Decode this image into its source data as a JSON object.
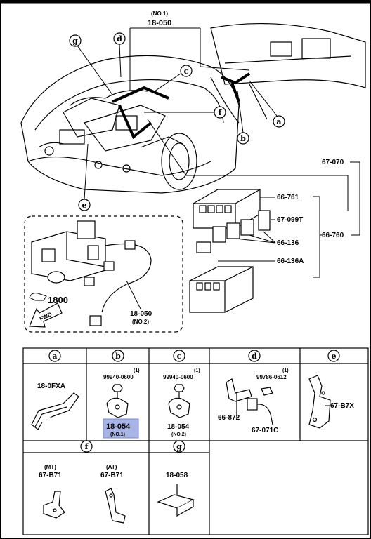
{
  "top_callouts": {
    "no1_note": "(NO.1)",
    "harness_main": "18-050",
    "harness_sub": "18-050",
    "no2_note": "(NO.2)",
    "torque": "1800",
    "fwd": "FWD",
    "fusebox_assy": "67-070",
    "fusebox_group": "66-760",
    "cover": "66-761",
    "relay_099t": "67-099T",
    "relay_136": "66-136",
    "relay_136a": "66-136A"
  },
  "letters": {
    "a": "a",
    "b": "b",
    "c": "c",
    "d": "d",
    "e": "e",
    "f": "f",
    "g": "g"
  },
  "cells": {
    "a": {
      "part": "18-0FXA"
    },
    "b": {
      "bolt_qty": "(1)",
      "bolt": "99940-0600",
      "part": "18-054",
      "note": "(NO.1)"
    },
    "c": {
      "bolt_qty": "(1)",
      "bolt": "99940-0600",
      "part": "18-054",
      "note": "(NO.2)"
    },
    "d": {
      "bolt_qty": "(1)",
      "bolt": "99786-0612",
      "part1": "66-872",
      "part2": "67-071C"
    },
    "e": {
      "part": "67-B7X"
    },
    "f": {
      "mt_note": "(MT)",
      "mt_part": "67-B71",
      "at_note": "(AT)",
      "at_part": "67-B71"
    },
    "g": {
      "part": "18-058"
    }
  },
  "colors": {
    "ink": "#000000",
    "highlight": "#a9b4e6",
    "frame": "#000000"
  }
}
